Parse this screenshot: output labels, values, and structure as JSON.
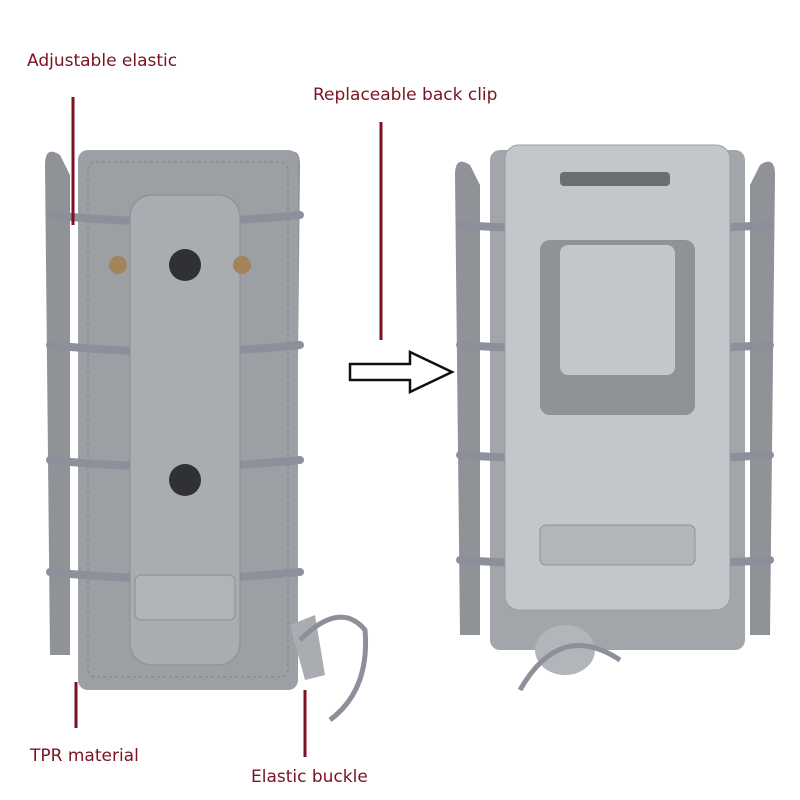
{
  "labels": {
    "adjustable_elastic": "Adjustable elastic",
    "replaceable_back_clip": "Replaceable back clip",
    "tpr_material": "TPR material",
    "elastic_buckle": "Elastic buckle"
  },
  "colors": {
    "label": "#7a1222",
    "pouch_body": "#9a9ea3",
    "clip": "#b9bcc0",
    "elastic": "#8d8f9a"
  }
}
